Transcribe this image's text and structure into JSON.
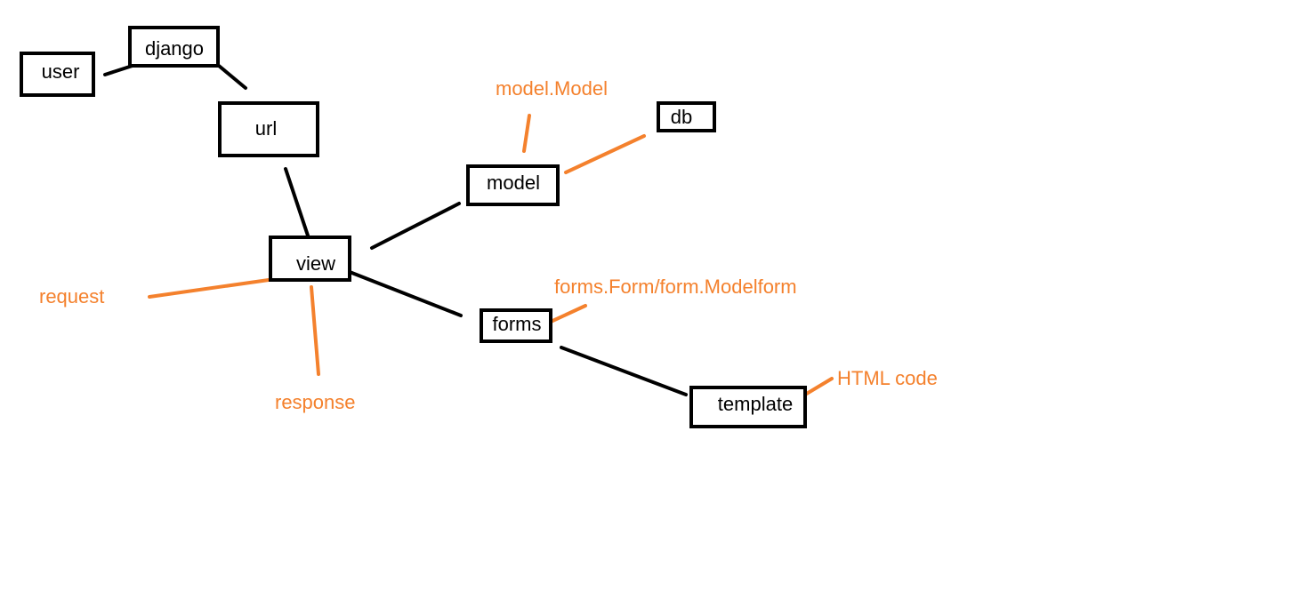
{
  "colors": {
    "box_stroke": "#000000",
    "connector": "#000000",
    "annotation": "#f4812d",
    "background": "#ffffff"
  },
  "nodes": {
    "user": "user",
    "django": "django",
    "url": "url",
    "view": "view",
    "model": "model",
    "db": "db",
    "forms": "forms",
    "template": "template"
  },
  "annotations": {
    "model_model": "model.Model",
    "request": "request",
    "response": "response",
    "forms_form": "forms.Form/form.Modelform",
    "html_code": "HTML code"
  }
}
